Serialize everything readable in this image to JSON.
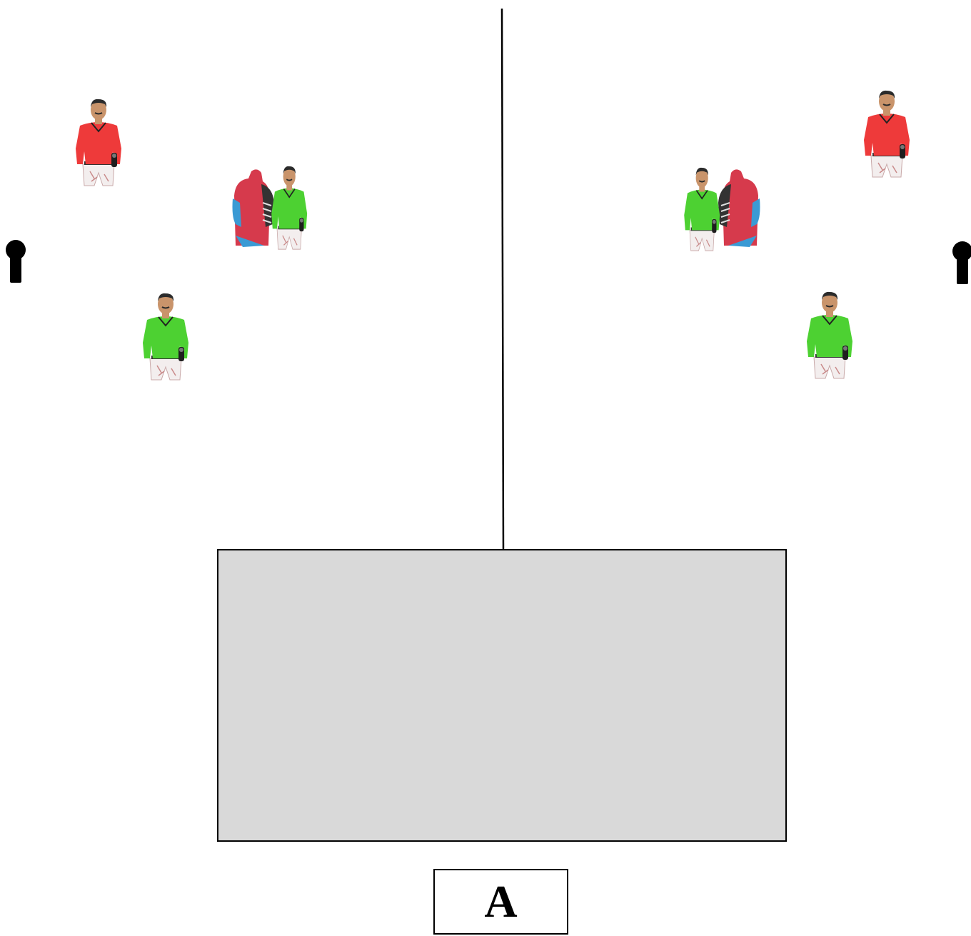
{
  "stage_label": "A",
  "figures": [
    {
      "id": "red-target-left",
      "kind": "shooter",
      "shirt": "red",
      "facing": "left"
    },
    {
      "id": "hostage-target-left",
      "kind": "hostage",
      "shirt": "green",
      "facing": "left"
    },
    {
      "id": "green-target-left",
      "kind": "shooter",
      "shirt": "green",
      "facing": "left"
    },
    {
      "id": "red-target-right",
      "kind": "shooter",
      "shirt": "red",
      "facing": "right"
    },
    {
      "id": "hostage-target-right",
      "kind": "hostage",
      "shirt": "green",
      "facing": "right"
    },
    {
      "id": "green-target-right",
      "kind": "shooter",
      "shirt": "green",
      "facing": "right"
    }
  ],
  "icons": {
    "steel_target": "steel-popper-icon"
  },
  "colors": {
    "shooting_area": "#d9d9d9",
    "threat_shirt": "#ee3a3a",
    "target_shirt": "#4dd132",
    "hostage_body": "#d63a4c",
    "hostage_sleeve": "#3a9ad4",
    "steel": "#000000"
  }
}
